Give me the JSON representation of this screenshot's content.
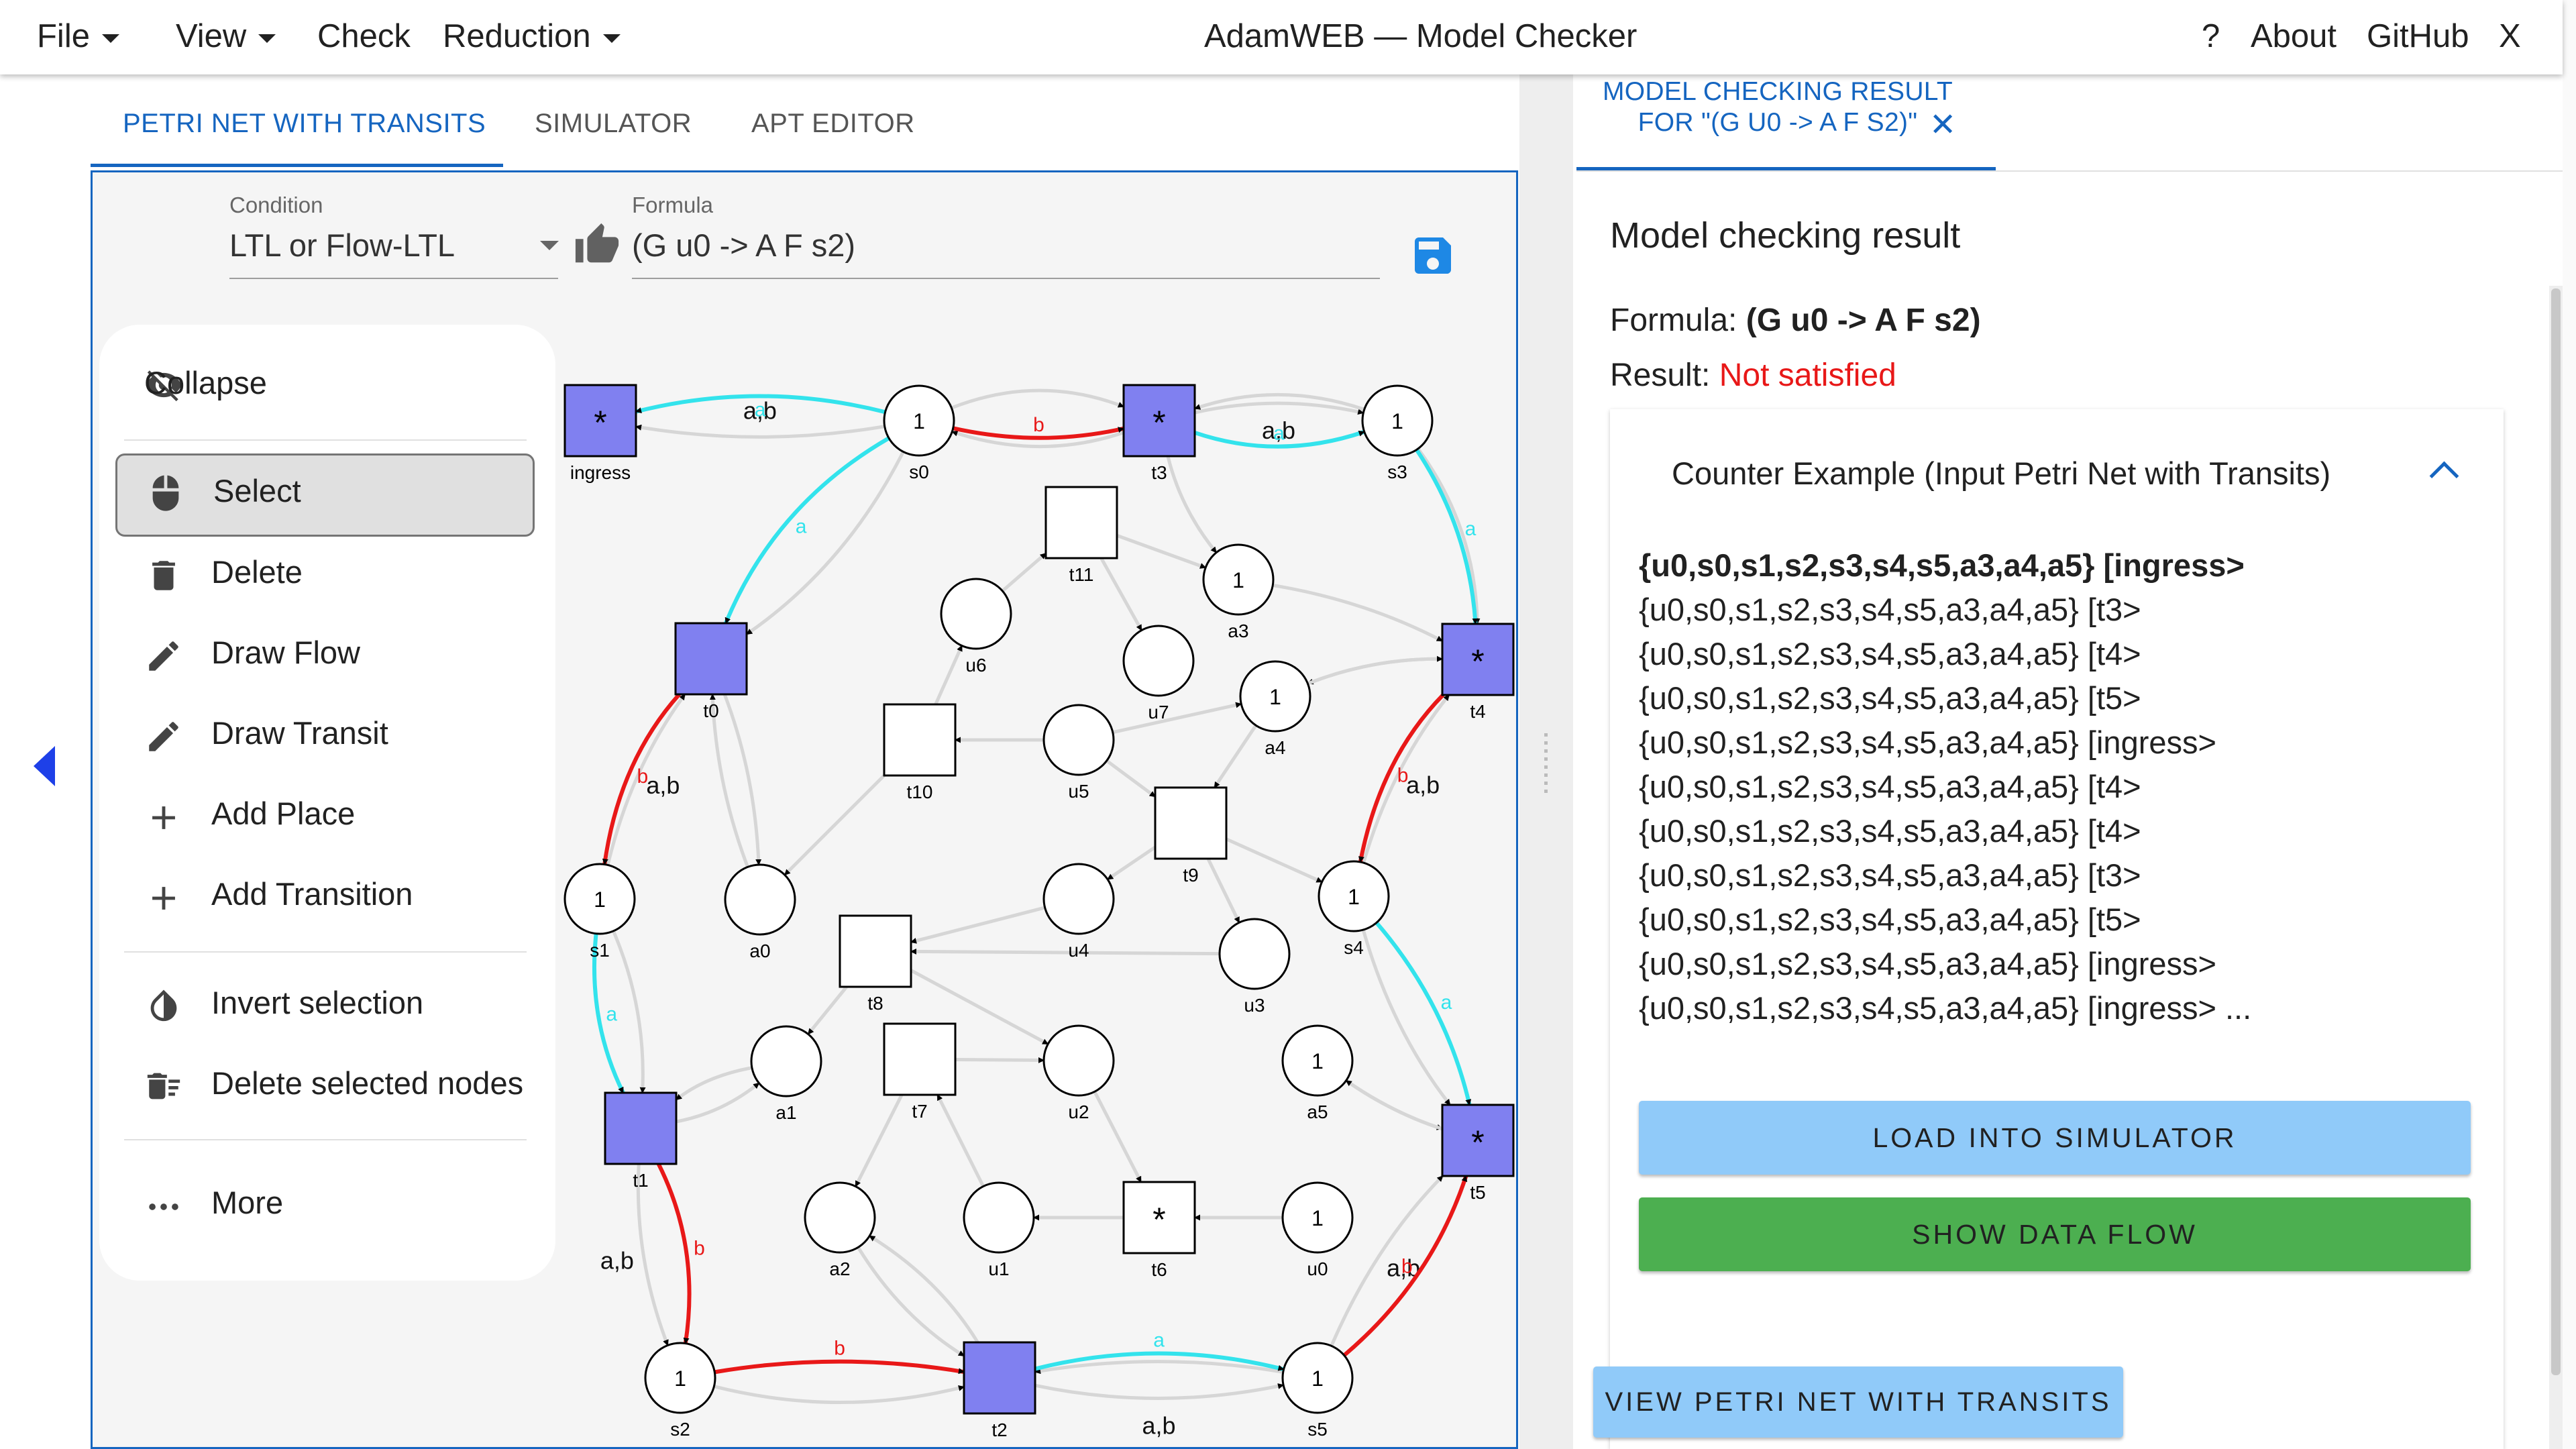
{
  "menubar": {
    "file": "File",
    "view": "View",
    "check": "Check",
    "reduction": "Reduction",
    "title": "AdamWEB — Model Checker",
    "help": "?",
    "about": "About",
    "github": "GitHub",
    "close": "X"
  },
  "left_tabs": [
    "PETRI NET WITH TRANSITS",
    "SIMULATOR",
    "APT EDITOR"
  ],
  "editor": {
    "condition_label": "Condition",
    "condition_value": "LTL or Flow-LTL",
    "formula_label": "Formula",
    "formula_value": "(G u0 -> A F s2)"
  },
  "tool_menu": {
    "items": [
      "Collapse",
      "Select",
      "Delete",
      "Draw Flow",
      "Draw Transit",
      "Add Place",
      "Add Transition",
      "Invert selection",
      "Delete selected nodes",
      "More"
    ],
    "selected": "Select"
  },
  "net": {
    "places": [
      {
        "id": "s0",
        "tokens": "1"
      },
      {
        "id": "s1",
        "tokens": "1"
      },
      {
        "id": "s2",
        "tokens": "1"
      },
      {
        "id": "s3",
        "tokens": "1"
      },
      {
        "id": "s4",
        "tokens": "1"
      },
      {
        "id": "s5",
        "tokens": "1"
      },
      {
        "id": "a0",
        "tokens": ""
      },
      {
        "id": "a1",
        "tokens": ""
      },
      {
        "id": "a2",
        "tokens": ""
      },
      {
        "id": "a3",
        "tokens": "1"
      },
      {
        "id": "a4",
        "tokens": "1"
      },
      {
        "id": "a5",
        "tokens": "1"
      },
      {
        "id": "u0",
        "tokens": "1"
      },
      {
        "id": "u1",
        "tokens": ""
      },
      {
        "id": "u2",
        "tokens": ""
      },
      {
        "id": "u3",
        "tokens": ""
      },
      {
        "id": "u4",
        "tokens": ""
      },
      {
        "id": "u5",
        "tokens": ""
      },
      {
        "id": "u6",
        "tokens": ""
      },
      {
        "id": "u7",
        "tokens": ""
      }
    ],
    "transitions": [
      {
        "id": "ingress",
        "label": "*",
        "color": "#8080f0"
      },
      {
        "id": "t0",
        "label": "",
        "color": "#8080f0"
      },
      {
        "id": "t1",
        "label": "",
        "color": "#8080f0"
      },
      {
        "id": "t2",
        "label": "",
        "color": "#8080f0"
      },
      {
        "id": "t3",
        "label": "*",
        "color": "#8080f0"
      },
      {
        "id": "t4",
        "label": "*",
        "color": "#8080f0"
      },
      {
        "id": "t5",
        "label": "*",
        "color": "#8080f0"
      },
      {
        "id": "t6",
        "label": "*",
        "color": "#ffffff"
      },
      {
        "id": "t7",
        "label": "",
        "color": "#ffffff"
      },
      {
        "id": "t8",
        "label": "",
        "color": "#ffffff"
      },
      {
        "id": "t9",
        "label": "",
        "color": "#ffffff"
      },
      {
        "id": "t10",
        "label": "",
        "color": "#ffffff"
      },
      {
        "id": "t11",
        "label": "",
        "color": "#ffffff"
      }
    ],
    "arc_labels": {
      "ab": "a,b",
      "b": "b",
      "a": "a"
    },
    "colors": {
      "gray": "#d6d6d6",
      "cyan": "#33e3ec",
      "red": "#e81818",
      "transition_blue": "#8080f0"
    }
  },
  "result": {
    "tab_label": "MODEL CHECKING RESULT FOR \"(G U0 -> A F S2)\"",
    "title": "Model checking result",
    "formula_label": "Formula:",
    "formula_value": "(G u0 -> A F s2)",
    "result_label": "Result:",
    "result_value": "Not satisfied",
    "result_color": "#e81818",
    "counter_header": "Counter Example (Input Petri Net with Transits)",
    "marking": "{u0,s0,s1,s2,s3,s4,s5,a3,a4,a5}",
    "trace": [
      "[ingress>",
      "[t3>",
      "[t4>",
      "[t5>",
      "[ingress>",
      "[t4>",
      "[t4>",
      "[t3>",
      "[t5>",
      "[ingress>",
      "[ingress>"
    ],
    "ellipsis": "...",
    "load_button": "LOAD INTO SIMULATOR",
    "data_flow_button": "SHOW DATA FLOW",
    "view_button": "VIEW PETRI NET WITH TRANSITS"
  }
}
